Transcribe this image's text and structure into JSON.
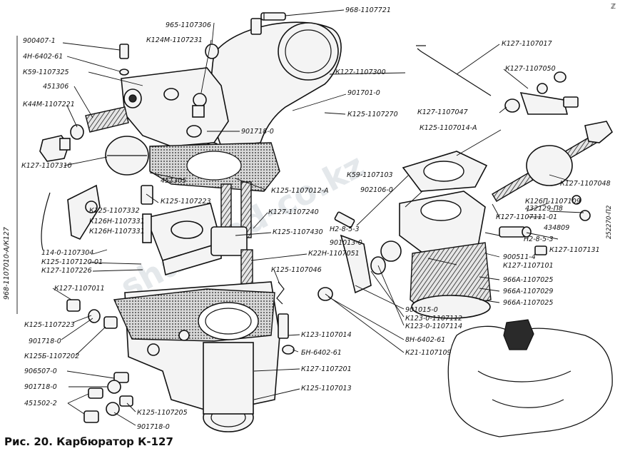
{
  "caption": "Рис. 20. Карбюратор К-127",
  "watermark": "shamrad-co.kz",
  "side_label": "968-1107010-А/К127",
  "corner_mark": "ℤ",
  "labels": [
    "968-1107721",
    "965-1107306",
    "К124М-1107231",
    "900407-1",
    "4Н-6402-61",
    "К59-1107325",
    "451306",
    "К44М-1107221",
    "К127-1107310",
    "К127-1107300",
    "901701-0",
    "К125-1107270",
    "901718-0",
    "К127-1107017",
    "К127-1107050",
    "К127-1107047",
    "К125-1107014-А",
    "К127-1107048",
    "451305",
    "К125-1107012-А",
    "К125-1107223",
    "К59-1107103",
    "902106-0",
    "К125-1107332",
    "К126Н-1107331",
    "К126Н-1107331",
    "К127-1107240",
    "К125-1107430",
    "Н2-8-5-3",
    "901013-0",
    "К126П-1107109",
    "432129-П8",
    "К127-1107111-01",
    "434809",
    "252270-П2",
    "Н2-8-5-3",
    "114-0-1107304",
    "К125-1107120-01",
    "К127-1107226",
    "К22Н-1107051",
    "900511-4",
    "К127-1107131",
    "К127-1107101",
    "966А-1107025",
    "966А-1107029",
    "966А-1107025",
    "К125-1107046",
    "К127-1107011",
    "К125-1107223",
    "901718-0",
    "К125Б-1107202",
    "901015-0",
    "К123-0-1107112",
    "К123-0-1107114",
    "8Н-6402-61",
    "К21-1107109",
    "К123-1107014",
    "БН-6402-61",
    "906507-0",
    "901718-0",
    "451502-2",
    "К125-1107205",
    "901718-0",
    "К127-1107201",
    "К125-1107013"
  ]
}
